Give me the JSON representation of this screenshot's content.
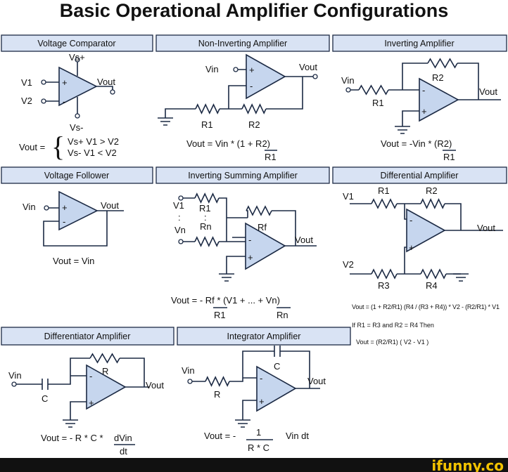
{
  "title": "Basic Operational Amplifier Configurations",
  "colors": {
    "header_fill": "#d9e3f4",
    "amp_fill": "#c6d6ee",
    "line": "#1c2a44",
    "footer": "#111111",
    "watermark": "#f2c200"
  },
  "comparator": {
    "header": "Voltage Comparator",
    "vs_plus": "Vs+",
    "vs_minus": "Vs-",
    "v1": "V1",
    "v2": "V2",
    "vout": "Vout",
    "plus": "+",
    "minus": "-",
    "formula_lhs": "Vout =",
    "case1": "Vs+  V1 > V2",
    "case2": "Vs-   V1 < V2"
  },
  "non_inverting": {
    "header": "Non-Inverting Amplifier",
    "vin": "Vin",
    "vout": "Vout",
    "r1": "R1",
    "r2": "R2",
    "plus": "+",
    "minus": "-",
    "formula": "Vout = Vin * (1 + R2)",
    "formula_den": "R1"
  },
  "inverting": {
    "header": "Inverting Amplifier",
    "vin": "Vin",
    "vout": "Vout",
    "r1": "R1",
    "r2": "R2",
    "plus": "+",
    "minus": "-",
    "formula": "Vout = -Vin * (R2)",
    "formula_den": "R1"
  },
  "follower": {
    "header": "Voltage Follower",
    "vin": "Vin",
    "vout": "Vout",
    "plus": "+",
    "minus": "-",
    "formula": "Vout = Vin"
  },
  "summing": {
    "header": "Inverting Summing Amplifier",
    "v1": "V1",
    "vn": "Vn",
    "r1": "R1",
    "rn": "Rn",
    "rf": "Rf",
    "vout": "Vout",
    "dots": ":",
    "plus": "+",
    "minus": "-",
    "formula": "Vout = - Rf * (V1 + ... + Vn)",
    "den1": "R1",
    "den2": "Rn"
  },
  "differential": {
    "header": "Differential Amplifier",
    "v1": "V1",
    "v2": "V2",
    "r1": "R1",
    "r2": "R2",
    "r3": "R3",
    "r4": "R4",
    "vout": "Vout",
    "plus": "+",
    "minus": "-",
    "formula1": "Vout = (1 + R2/R1) (R4 / (R3 + R4)) * V2 - (R2/R1) * V1",
    "condition": "If R1 = R3 and R2 = R4 Then",
    "formula2": "Vout = (R2/R1) ( V2 - V1 )"
  },
  "differentiator": {
    "header": "Differentiator Amplifier",
    "vin": "Vin",
    "vout": "Vout",
    "c": "C",
    "r": "R",
    "plus": "+",
    "minus": "-",
    "formula": "Vout = - R * C *",
    "num": "dVin",
    "den": "dt"
  },
  "integrator": {
    "header": "Integrator Amplifier",
    "vin": "Vin",
    "vout": "Vout",
    "c": "C",
    "r": "R",
    "plus": "+",
    "minus": "-",
    "formula": "Vout = -",
    "num": "1",
    "den": "R * C",
    "tail": "Vin dt"
  },
  "watermark": "ifunny.co"
}
